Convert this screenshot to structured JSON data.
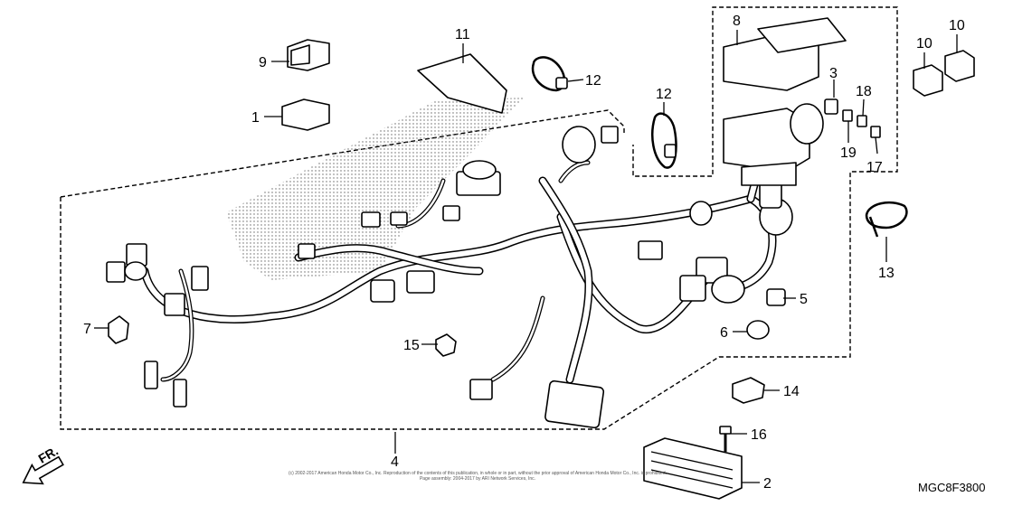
{
  "diagram": {
    "callouts": [
      {
        "id": "c1",
        "text": "1"
      },
      {
        "id": "c2",
        "text": "2"
      },
      {
        "id": "c3",
        "text": "3"
      },
      {
        "id": "c4",
        "text": "4"
      },
      {
        "id": "c5",
        "text": "5"
      },
      {
        "id": "c6",
        "text": "6"
      },
      {
        "id": "c7",
        "text": "7"
      },
      {
        "id": "c8",
        "text": "8"
      },
      {
        "id": "c9",
        "text": "9"
      },
      {
        "id": "c10a",
        "text": "10"
      },
      {
        "id": "c10b",
        "text": "10"
      },
      {
        "id": "c11",
        "text": "11"
      },
      {
        "id": "c12a",
        "text": "12"
      },
      {
        "id": "c12b",
        "text": "12"
      },
      {
        "id": "c13",
        "text": "13"
      },
      {
        "id": "c14",
        "text": "14"
      },
      {
        "id": "c15",
        "text": "15"
      },
      {
        "id": "c16",
        "text": "16"
      },
      {
        "id": "c17",
        "text": "17"
      },
      {
        "id": "c18",
        "text": "18"
      },
      {
        "id": "c19",
        "text": "19"
      }
    ],
    "direction_label": "FR.",
    "diagram_code": "MGC8F3800",
    "copyright": "(c) 2002-2017 American Honda Motor Co., Inc. Reproduction of the contents of this publication, in whole or in part, without the prior approval of American Honda Motor Co., Inc. is prohibited. Page assembly: 2004-2017 by ARI Network Services, Inc."
  }
}
